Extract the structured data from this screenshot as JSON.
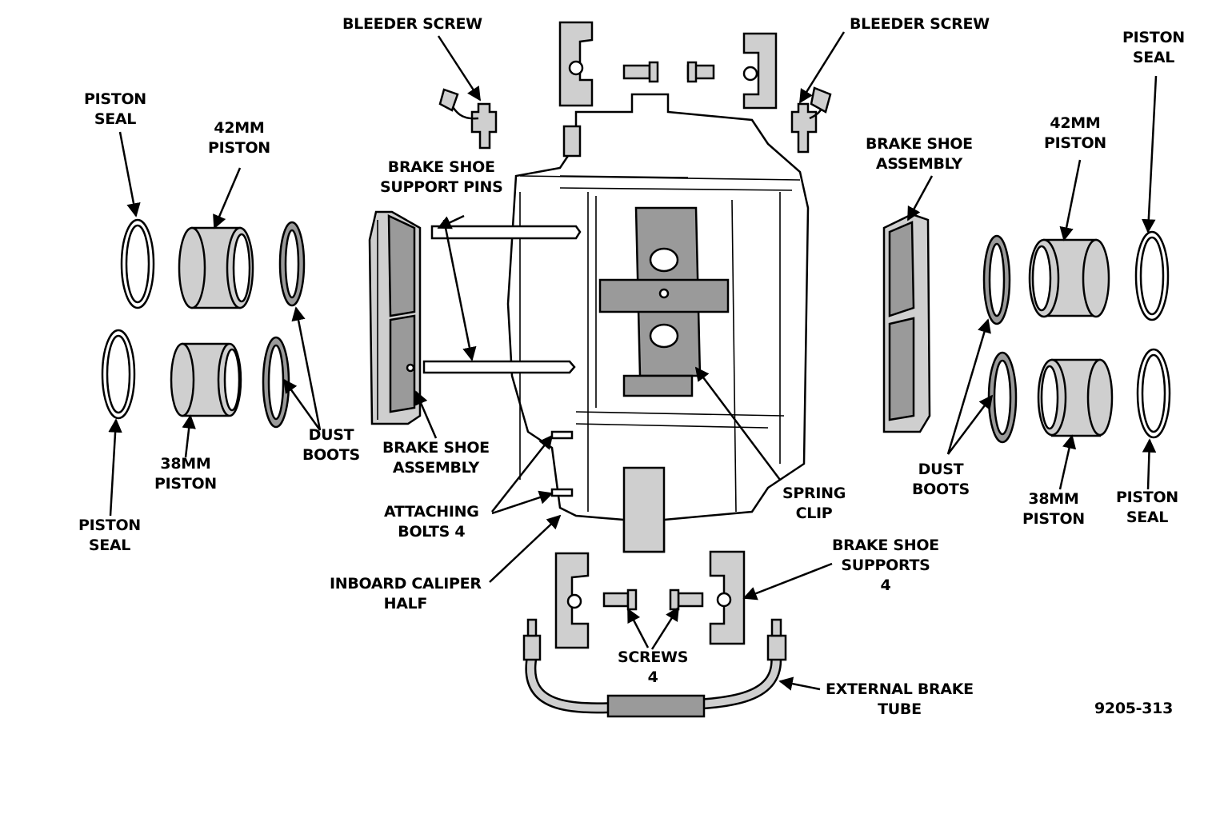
{
  "figure_id": "9205-313",
  "labels": {
    "bleeder_left": "BLEEDER SCREW",
    "bleeder_right": "BLEEDER SCREW",
    "piston_seal_top_left": "PISTON\nSEAL",
    "piston_42_left": "42MM\nPISTON",
    "support_pins": "BRAKE SHOE\nSUPPORT PINS",
    "shoe_assembly_right": "BRAKE SHOE\nASSEMBLY",
    "piston_42_right": "42MM\nPISTON",
    "piston_seal_top_right": "PISTON\nSEAL",
    "dust_boots_left": "DUST\nBOOTS",
    "shoe_assembly_left": "BRAKE SHOE\nASSEMBLY",
    "piston_38_left": "38MM\nPISTON",
    "piston_seal_bottom_left": "PISTON\nSEAL",
    "attaching_bolts": "ATTACHING\nBOLTS 4",
    "spring_clip": "SPRING\nCLIP",
    "dust_boots_right": "DUST\nBOOTS",
    "piston_38_right": "38MM\nPISTON",
    "piston_seal_bottom_right": "PISTON\nSEAL",
    "inboard_caliper": "INBOARD CALIPER\nHALF",
    "shoe_supports": "BRAKE SHOE\nSUPPORTS\n4",
    "screws": "SCREWS\n4",
    "external_tube": "EXTERNAL BRAKE\nTUBE"
  }
}
